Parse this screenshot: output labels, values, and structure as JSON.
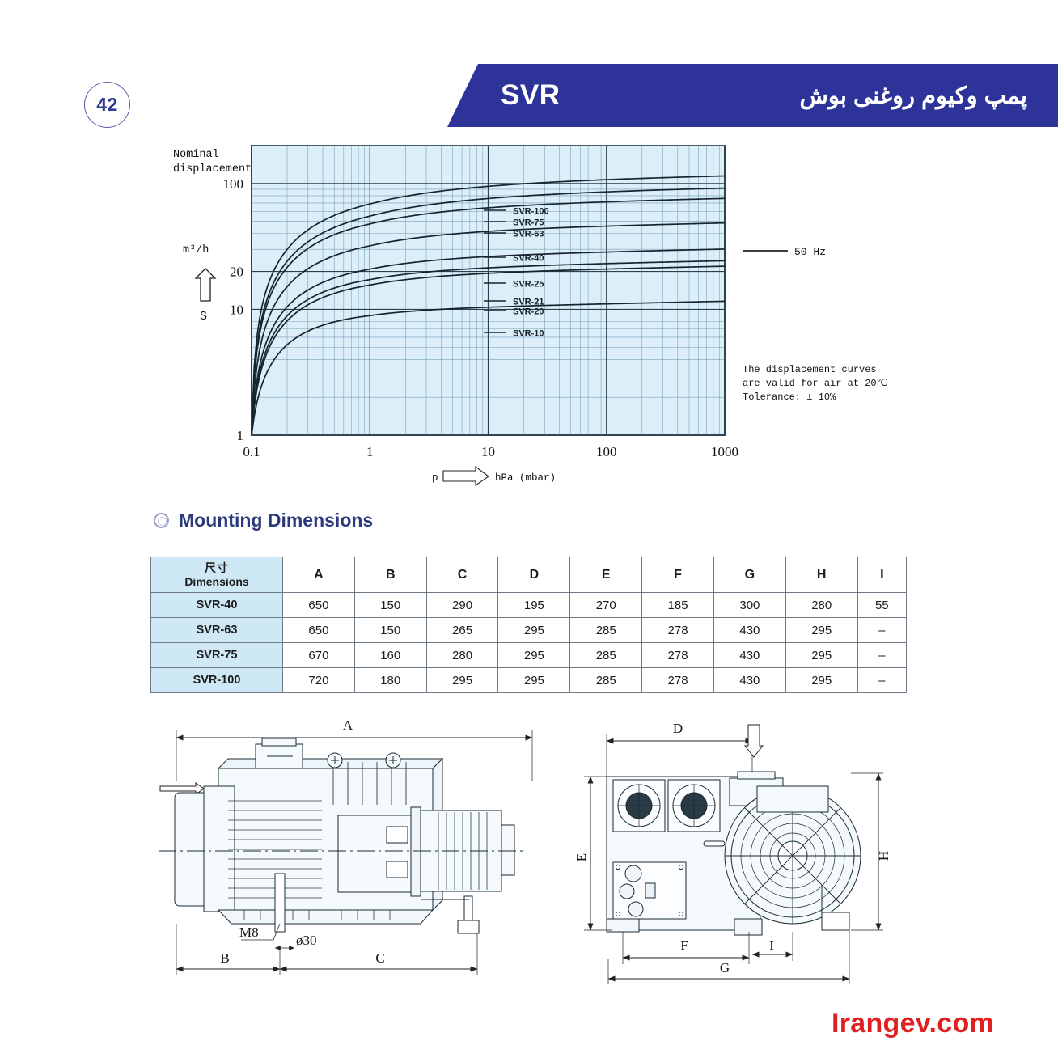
{
  "header": {
    "page_number": "42",
    "model": "SVR",
    "title_fa": "پمپ وکیوم روغنی بوش",
    "banner_color": "#2e339a"
  },
  "chart_data": {
    "type": "line",
    "title": "",
    "axis_caption_y": "Nominal displacement",
    "y_unit": "m³/h",
    "y_symbol": "S",
    "xlabel": "p",
    "x_unit": "hPa (mbar)",
    "xlim": [
      0.1,
      1000
    ],
    "ylim": [
      1,
      200
    ],
    "x_ticks": [
      "0.1",
      "1",
      "10",
      "100",
      "1000"
    ],
    "x_tick_values": [
      0.1,
      1,
      10,
      100,
      1000
    ],
    "y_ticks": [
      "1",
      "10",
      "20",
      "100"
    ],
    "y_tick_values": [
      1,
      10,
      20,
      100
    ],
    "grid": true,
    "log_x": true,
    "log_y": true,
    "legend": "50 Hz",
    "legend_position": "right",
    "note": [
      "The displacement curves",
      "are valid for air at 20℃",
      "Tolerance: ± 10%"
    ],
    "series": [
      {
        "name": "SVR-100",
        "plateau": 100,
        "knee": 0.55
      },
      {
        "name": "SVR-75",
        "plateau": 80,
        "knee": 0.55
      },
      {
        "name": "SVR-63",
        "plateau": 66,
        "knee": 0.5
      },
      {
        "name": "SVR-40",
        "plateau": 42,
        "knee": 0.45
      },
      {
        "name": "SVR-25",
        "plateau": 26,
        "knee": 0.4
      },
      {
        "name": "SVR-21",
        "plateau": 21,
        "knee": 0.38
      },
      {
        "name": "SVR-20",
        "plateau": 19,
        "knee": 0.38
      },
      {
        "name": "SVR-10",
        "plateau": 10,
        "knee": 0.3
      }
    ]
  },
  "section": {
    "heading": "Mounting Dimensions",
    "heading_color": "#2a3a7c",
    "icon": "ring-icon"
  },
  "table": {
    "corner_cn": "尺寸",
    "corner_en": "Dimensions",
    "columns": [
      "A",
      "B",
      "C",
      "D",
      "E",
      "F",
      "G",
      "H",
      "I"
    ],
    "rows": [
      {
        "model": "SVR-40",
        "values": [
          "650",
          "150",
          "290",
          "195",
          "270",
          "185",
          "300",
          "280",
          "55"
        ]
      },
      {
        "model": "SVR-63",
        "values": [
          "650",
          "150",
          "265",
          "295",
          "285",
          "278",
          "430",
          "295",
          "–"
        ]
      },
      {
        "model": "SVR-75",
        "values": [
          "670",
          "160",
          "280",
          "295",
          "285",
          "278",
          "430",
          "295",
          "–"
        ]
      },
      {
        "model": "SVR-100",
        "values": [
          "720",
          "180",
          "295",
          "295",
          "285",
          "278",
          "430",
          "295",
          "–"
        ]
      }
    ],
    "header_fill": "#cfe8f6"
  },
  "drawings": {
    "side_view": {
      "dim_top": "A",
      "dim_bottom_left": "B",
      "dim_bottom_right": "C",
      "callout_thread": "M8",
      "callout_bore": "ø30"
    },
    "front_view": {
      "dim_top": "D",
      "dim_left": "E",
      "dim_right": "H",
      "dim_bottom_mid": "F",
      "dim_bottom_small": "I",
      "dim_bottom_full": "G"
    }
  },
  "watermark": {
    "text": "Irangev.com",
    "color": "#e02020"
  }
}
